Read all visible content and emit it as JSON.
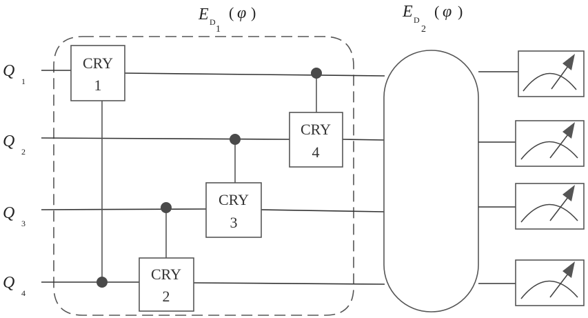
{
  "qubits": [
    {
      "letter": "Q",
      "index": "1"
    },
    {
      "letter": "Q",
      "index": "2"
    },
    {
      "letter": "Q",
      "index": "3"
    },
    {
      "letter": "Q",
      "index": "4"
    }
  ],
  "block_labels": {
    "e1": {
      "letter": "E",
      "sub": "D",
      "subsub": "1",
      "open": "(",
      "phi": "φ",
      "close": ")"
    },
    "e2": {
      "letter": "E",
      "sub": "D",
      "subsub": "2",
      "open": "(",
      "phi": "φ",
      "close": ")"
    }
  },
  "gates": [
    {
      "name": "CRY",
      "number": "1",
      "control_qubit": 4,
      "target_qubit": 1
    },
    {
      "name": "CRY",
      "number": "2",
      "control_qubit": 3,
      "target_qubit": 4
    },
    {
      "name": "CRY",
      "number": "3",
      "control_qubit": 2,
      "target_qubit": 3
    },
    {
      "name": "CRY",
      "number": "4",
      "control_qubit": 1,
      "target_qubit": 2
    }
  ],
  "measurements": [
    {
      "icon": "meter-icon",
      "qubit": 1
    },
    {
      "icon": "meter-icon",
      "qubit": 2
    },
    {
      "icon": "meter-icon",
      "qubit": 3
    },
    {
      "icon": "meter-icon",
      "qubit": 4
    }
  ]
}
